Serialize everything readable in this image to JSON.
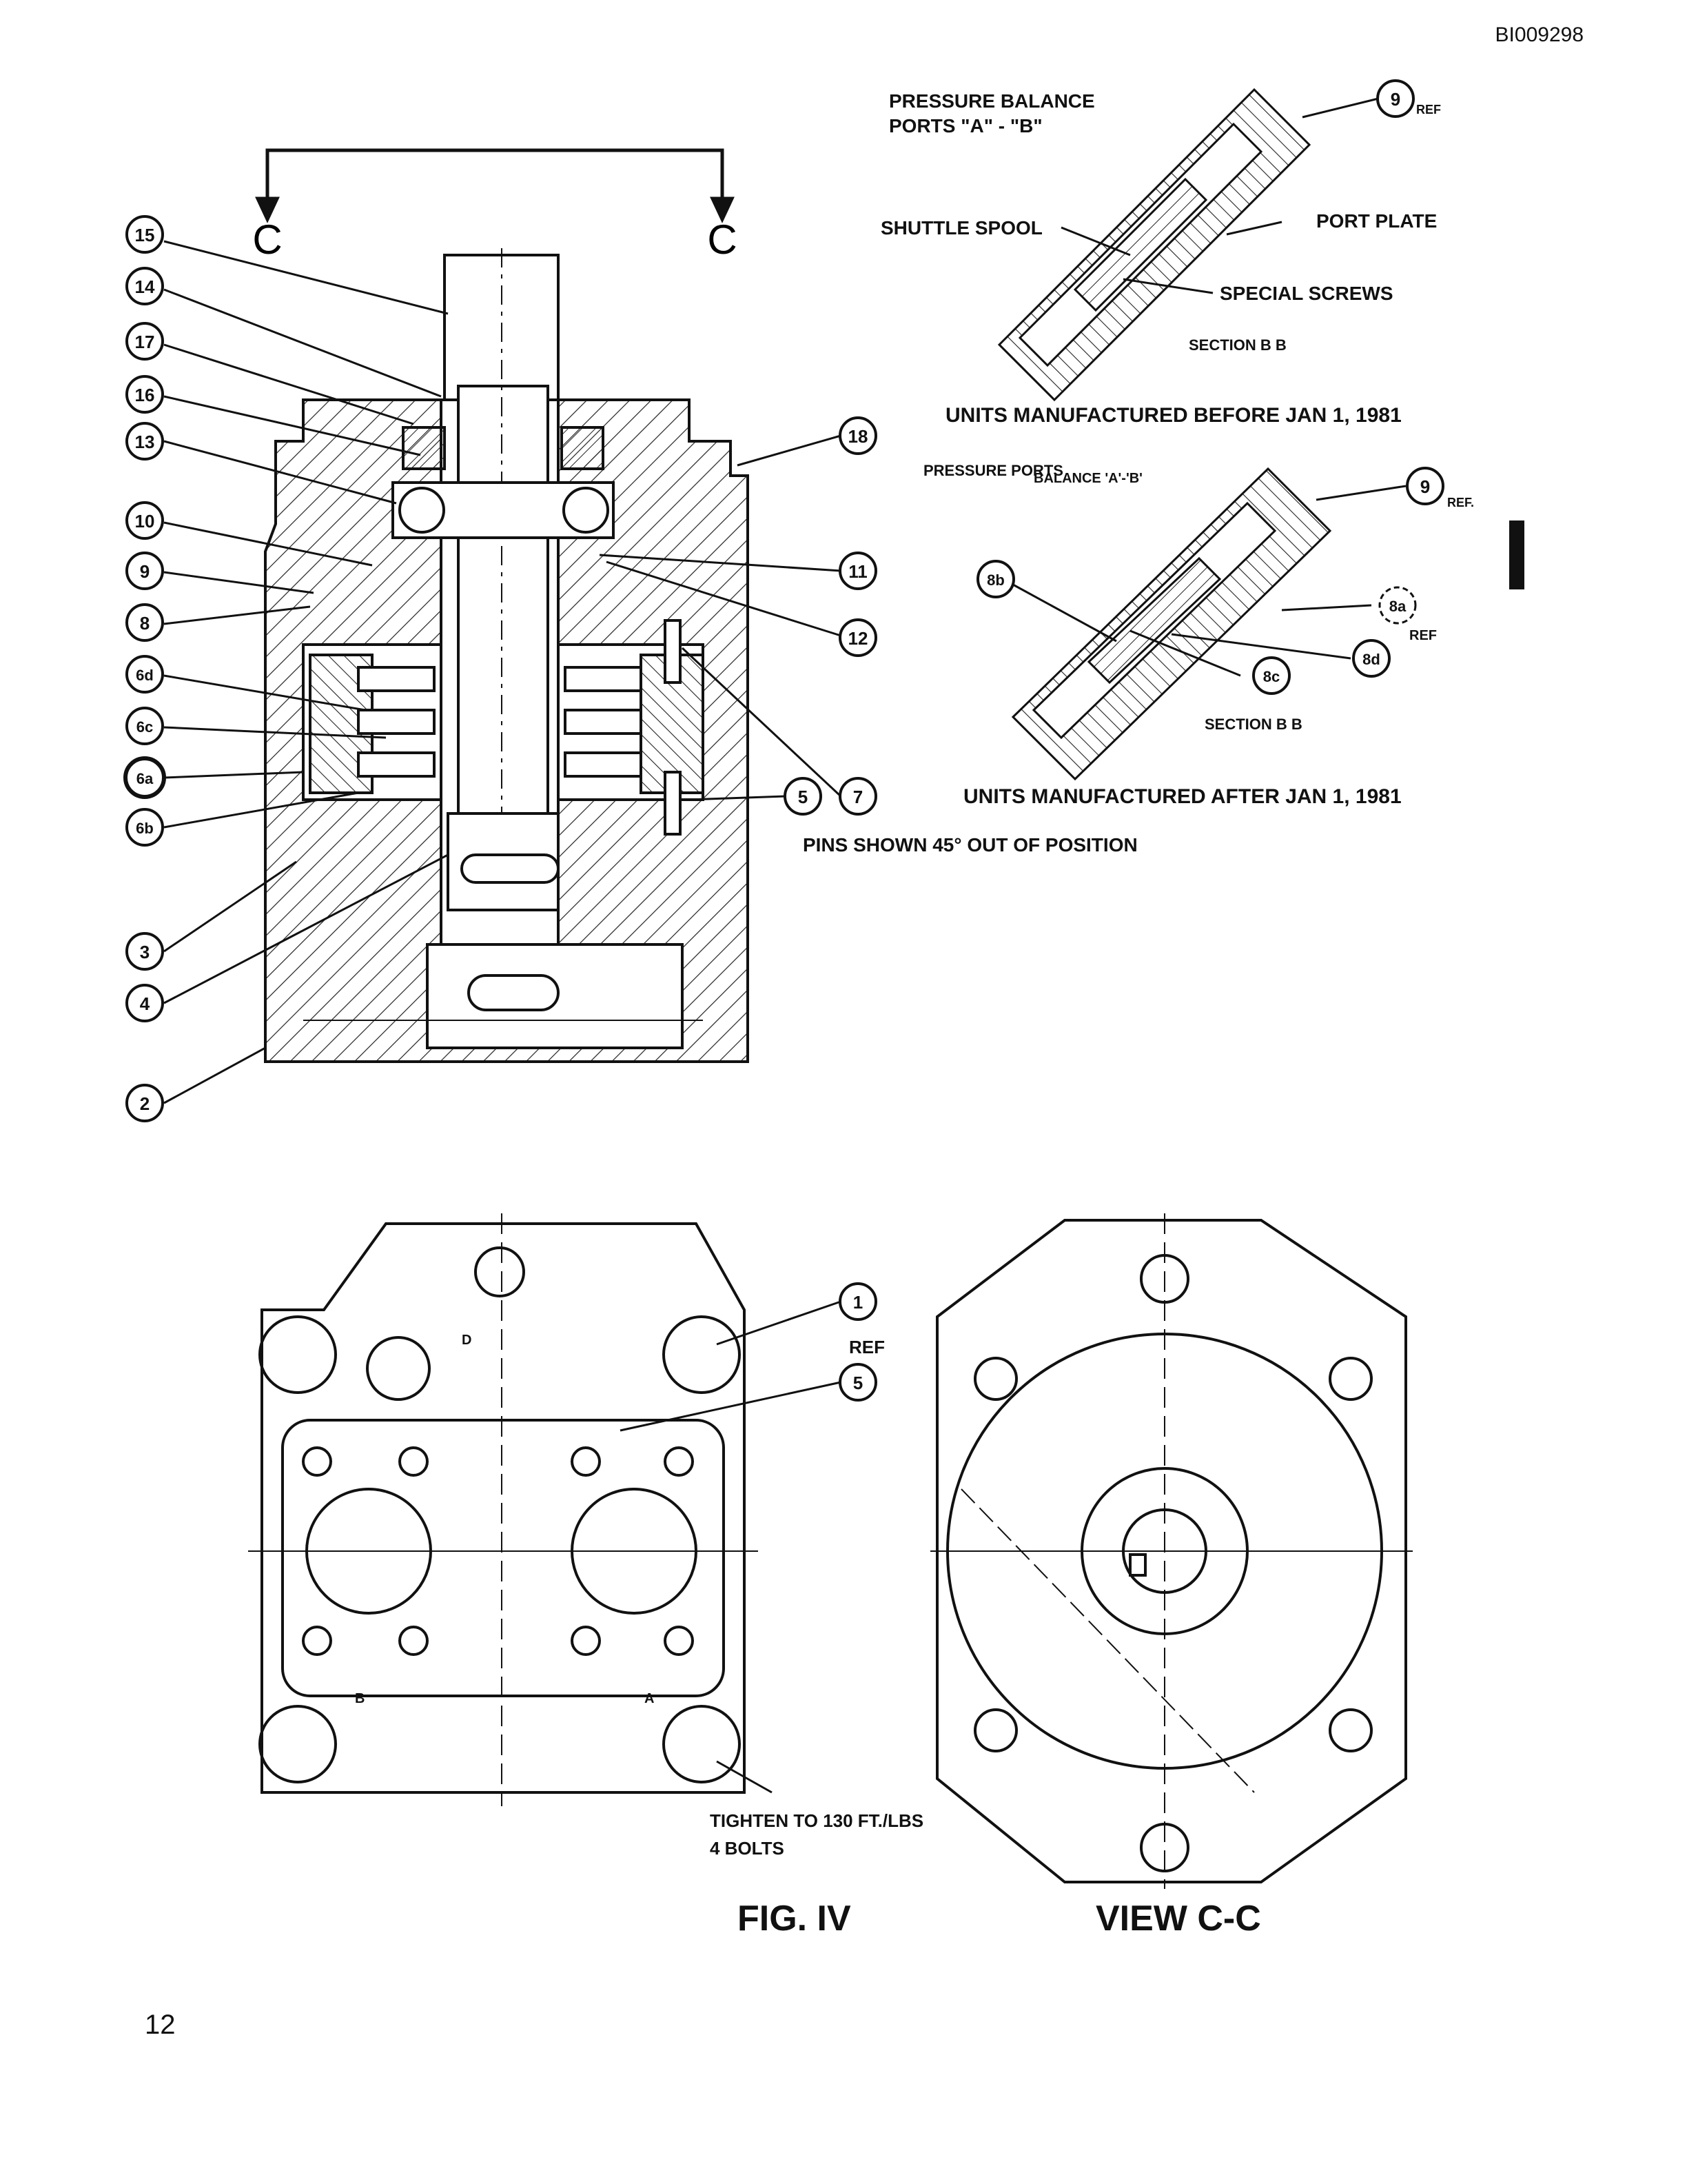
{
  "page": {
    "doc_id": "BI009298",
    "page_number": "12"
  },
  "section_marks": {
    "left": "C",
    "right": "C"
  },
  "balloons": [
    "15",
    "14",
    "17",
    "16",
    "13",
    "10",
    "9",
    "8",
    "6d",
    "6c",
    "6a",
    "6b",
    "3",
    "4",
    "2",
    "18",
    "11",
    "12",
    "7",
    "5",
    "1",
    "5",
    "9",
    "9",
    "8b",
    "8a",
    "8d",
    "8c"
  ],
  "callouts": {
    "pins_note": "PINS SHOWN 45° OUT OF POSITION",
    "ref": "REF",
    "ref_9": "REF",
    "ref_9b": "REF.",
    "ref_8a": "REF",
    "tighten": "TIGHTEN TO 130 FT./LBS",
    "bolts": "4 BOLTS"
  },
  "detail_before": {
    "pressure_balance": "PRESSURE BALANCE",
    "ports": "PORTS \"A\" - \"B\"",
    "shuttle_spool": "SHUTTLE SPOOL",
    "port_plate": "PORT PLATE",
    "special_screws": "SPECIAL SCREWS",
    "section": "SECTION B B",
    "caption": "UNITS MANUFACTURED BEFORE JAN 1, 1981"
  },
  "detail_after": {
    "pressure_ports": "PRESSURE PORTS",
    "balance": "BALANCE 'A'-'B'",
    "section": "SECTION B B",
    "caption": "UNITS MANUFACTURED AFTER JAN 1, 1981"
  },
  "figures": {
    "fig": "FIG. IV",
    "view": "VIEW C-C"
  },
  "port_letters": {
    "b": "B",
    "a": "A",
    "d": "D"
  }
}
